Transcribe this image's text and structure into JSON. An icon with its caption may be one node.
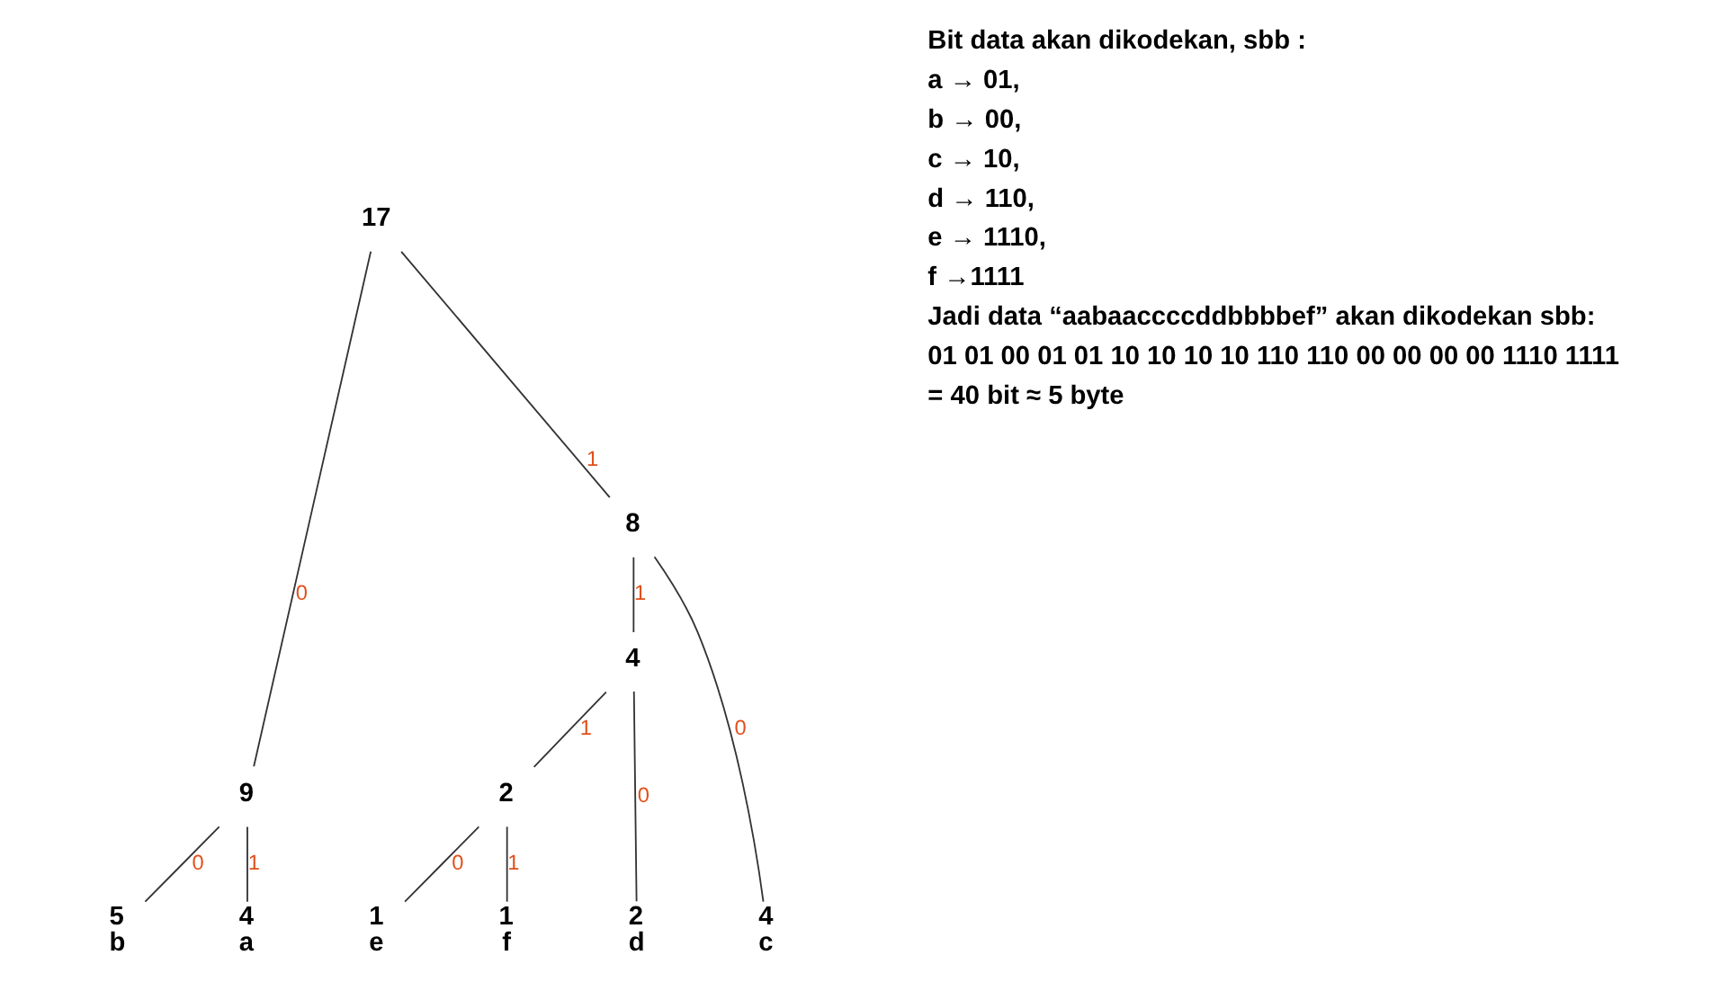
{
  "diagram": {
    "nodes": [
      {
        "text": [
          "17"
        ]
      },
      {
        "text": [
          "9"
        ]
      },
      {
        "text": [
          "8"
        ]
      },
      {
        "text": [
          "4"
        ]
      },
      {
        "text": [
          "2"
        ]
      },
      {
        "text": [
          "5"
        ],
        "beside": [
          "b"
        ]
      },
      {
        "text": [
          "4"
        ],
        "beside": [
          "a"
        ]
      },
      {
        "text": [
          "4"
        ],
        "beside": [
          "c"
        ]
      },
      {
        "text": [
          "2"
        ],
        "beside": [
          "d"
        ]
      },
      {
        "text": [
          "1"
        ],
        "beside": [
          "e"
        ]
      },
      {
        "text": [
          "1"
        ],
        "beside": [
          "f"
        ]
      }
    ],
    "edges": [
      {
        "from": 0,
        "to": 1,
        "arrow": "none",
        "label": "0"
      },
      {
        "from": 0,
        "to": 2,
        "arrow": "none",
        "label": "1"
      },
      {
        "from": 1,
        "to": 5,
        "arrow": "none",
        "label": "0"
      },
      {
        "from": 1,
        "to": 6,
        "arrow": "none",
        "label": "1"
      },
      {
        "from": 2,
        "to": 7,
        "arrow": "none",
        "label": "0"
      },
      {
        "from": 2,
        "to": 3,
        "arrow": "none",
        "label": "1"
      },
      {
        "from": 3,
        "to": 8,
        "arrow": "none",
        "label": "0"
      },
      {
        "from": 3,
        "to": 4,
        "arrow": "none",
        "label": "1"
      },
      {
        "from": 4,
        "to": 9,
        "arrow": "none",
        "label": "0"
      },
      {
        "from": 4,
        "to": 10,
        "arrow": "none",
        "label": "1"
      }
    ],
    "labels": [
      "Bit data akan dikodekan, sbb :",
      "a → 01,",
      "b → 00,",
      "c → 10,",
      "d → 110,",
      "e → 1110,",
      "f →1111",
      "Jadi data “aabaaccccddbbbbef” akan dikodekan sbb:",
      "01 01 00 01 01 10 10 10 10 110 110 00 00 00 00 1110 1111",
      "= 40 bit ≈ 5 byte"
    ]
  }
}
